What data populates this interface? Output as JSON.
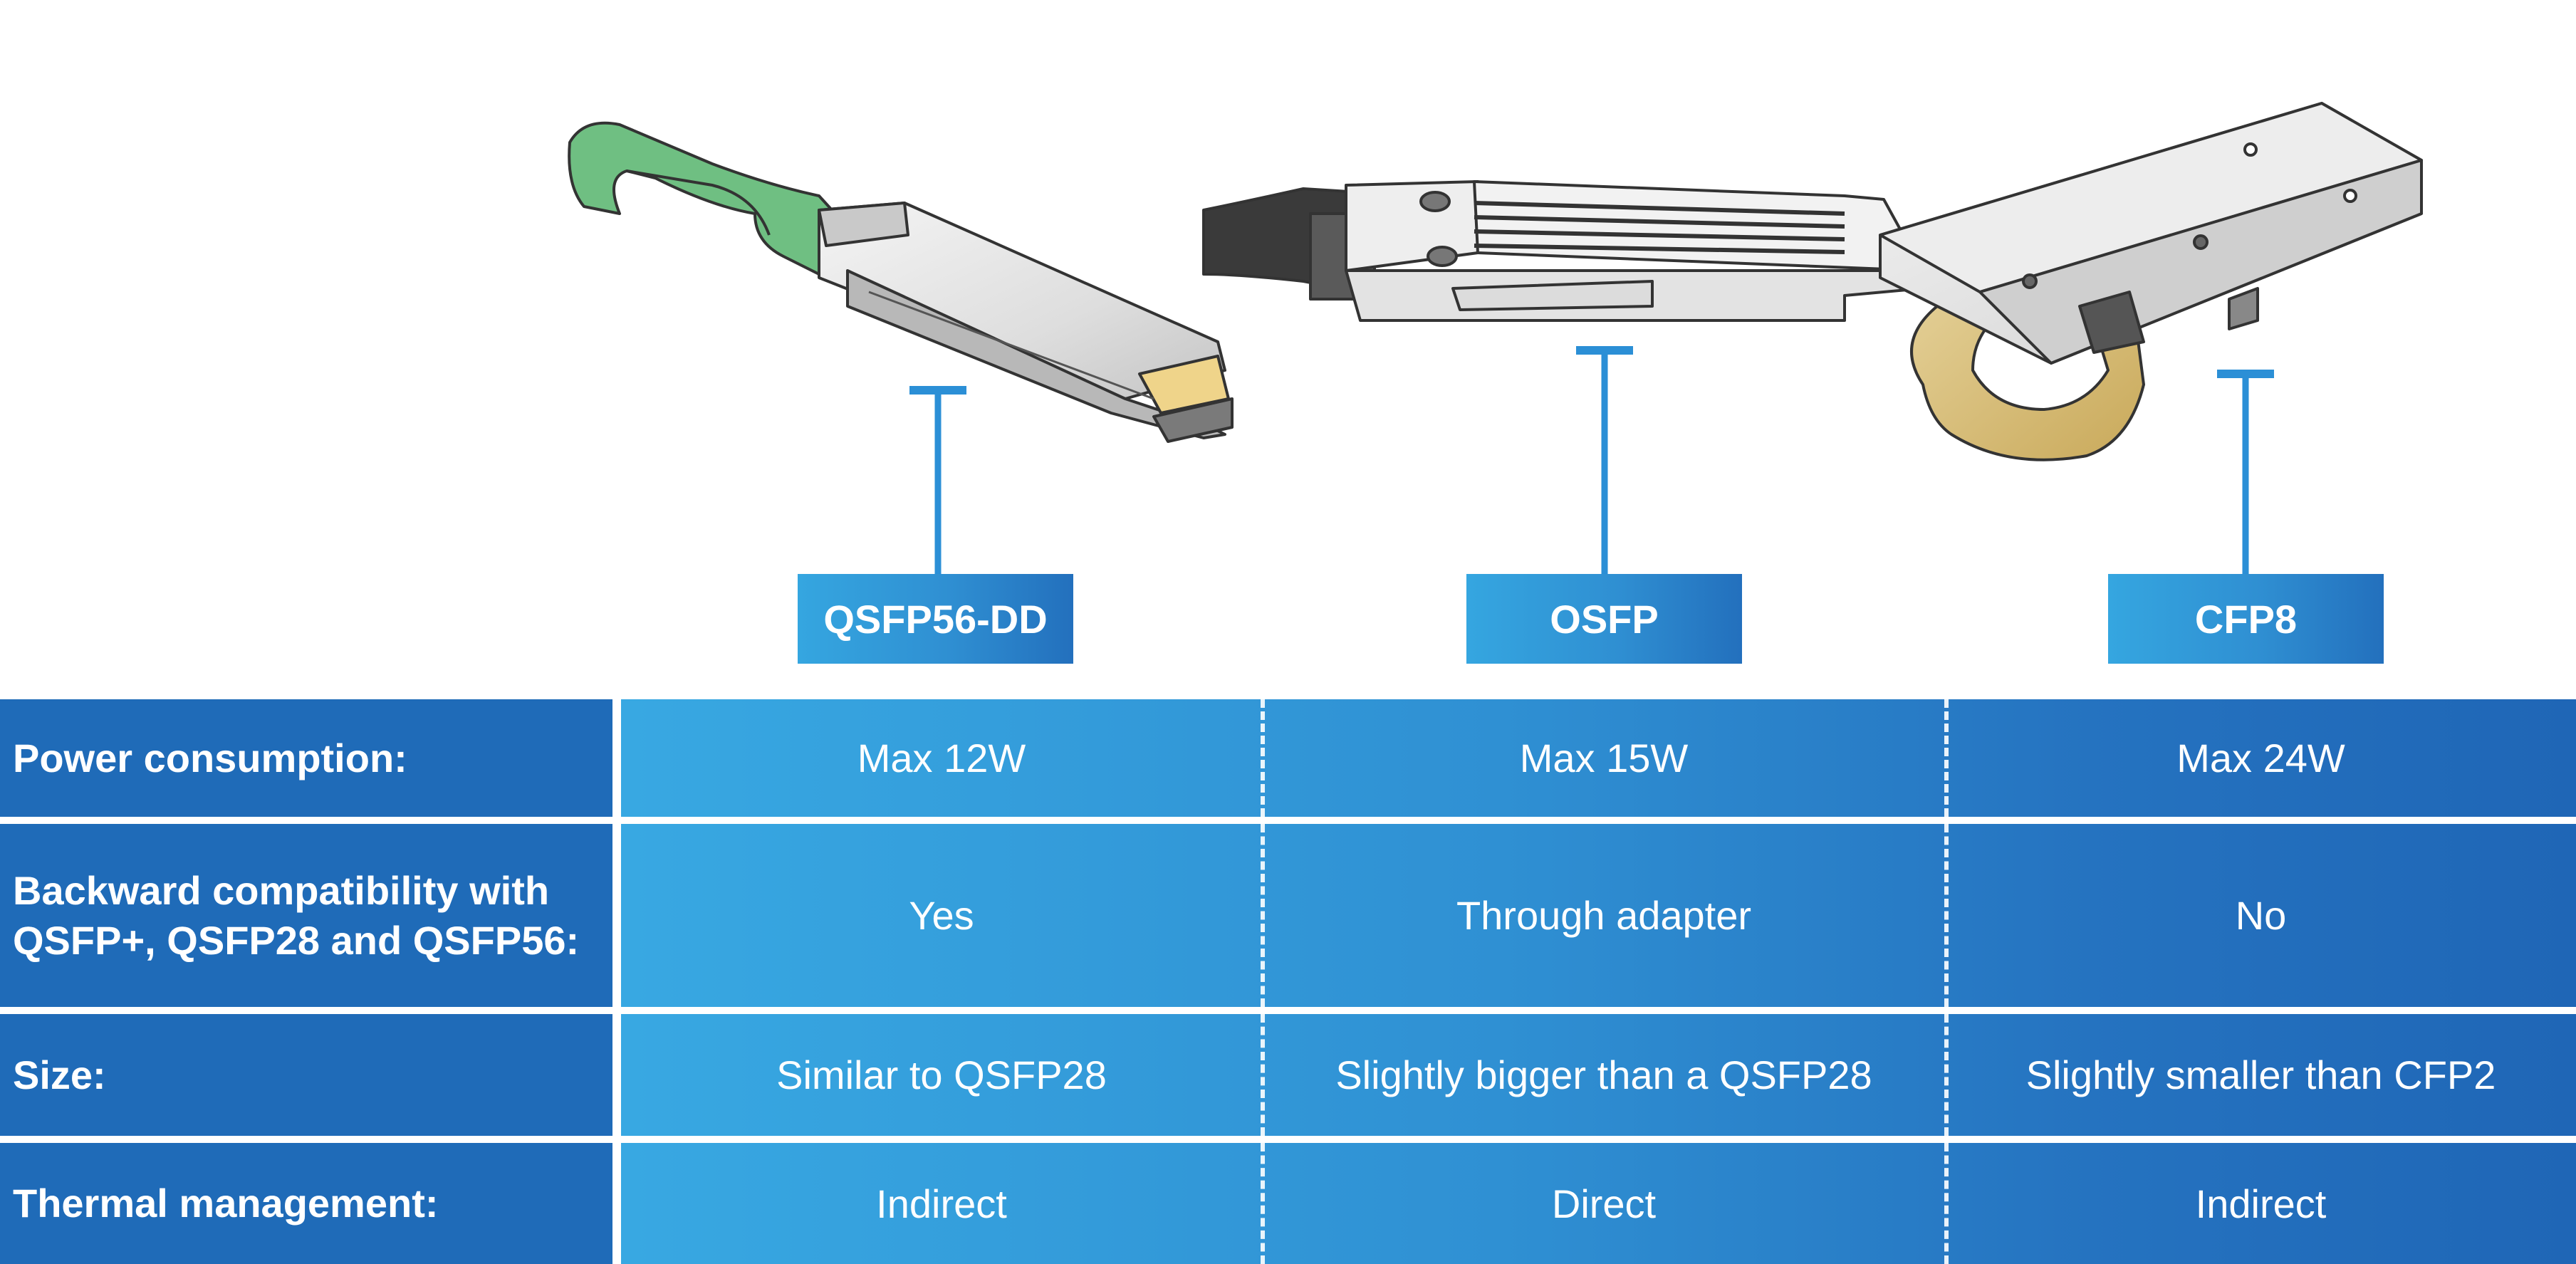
{
  "modules": [
    {
      "name": "QSFP56-DD"
    },
    {
      "name": "OSFP"
    },
    {
      "name": "CFP8"
    }
  ],
  "table": {
    "rows": [
      {
        "label": "Power consumption:",
        "values": [
          "Max 12W",
          "Max 15W",
          "Max 24W"
        ]
      },
      {
        "label": "Backward compatibility with QSFP+, QSFP28 and QSFP56:",
        "values": [
          "Yes",
          "Through adapter",
          "No"
        ]
      },
      {
        "label": "Size:",
        "values": [
          "Similar to QSFP28",
          "Slightly bigger than a QSFP28",
          "Slightly smaller than CFP2"
        ]
      },
      {
        "label": "Thermal management:",
        "values": [
          "Indirect",
          "Direct",
          "Indirect"
        ]
      }
    ]
  },
  "colors": {
    "accent_blue": "#2b8fd6",
    "dark_blue": "#1f6bb8",
    "pull_tab_green": "#6fbf82",
    "pull_tab_gold": "#d8bf7c"
  }
}
